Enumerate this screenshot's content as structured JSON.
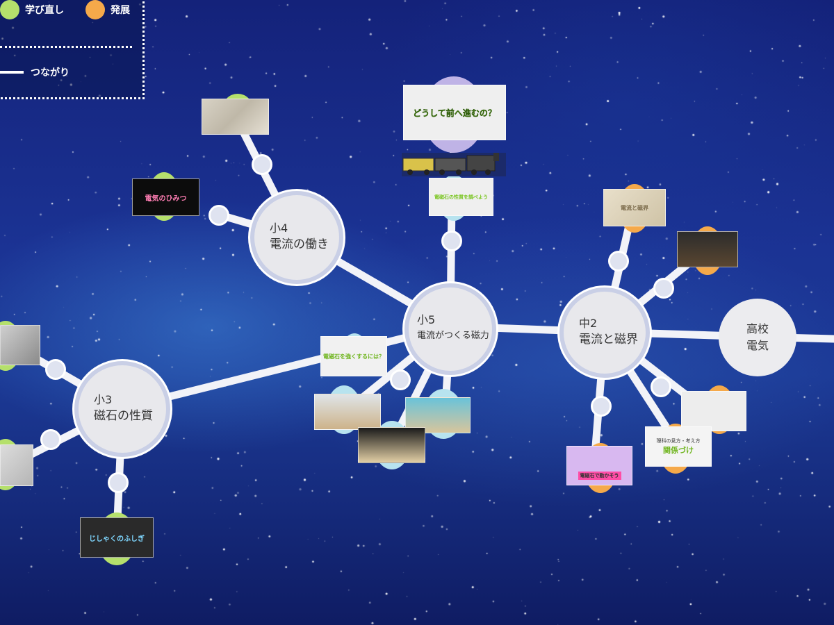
{
  "legend": {
    "items": [
      {
        "label": "学び直し",
        "color": "#b5e06c"
      },
      {
        "label": "発展",
        "color": "#f5a94a"
      }
    ],
    "connection_label": "つながり"
  },
  "units": [
    {
      "id": "sho4",
      "grade": "小4",
      "title": "電流の働き"
    },
    {
      "id": "sho5",
      "grade": "小5",
      "title": "電流がつくる磁力"
    },
    {
      "id": "chu2",
      "grade": "中2",
      "title": "電流と磁界"
    },
    {
      "id": "sho3",
      "grade": "小3",
      "title": "磁石の性質"
    },
    {
      "id": "koko",
      "grade": "高校",
      "title": "電気"
    }
  ],
  "cards": [
    {
      "id": "c-kami",
      "text": "電気のひみつ"
    },
    {
      "id": "c-mae",
      "text": "どうして前へ進むの？"
    },
    {
      "id": "c-denji",
      "text": "電磁石の性質を調べよう"
    },
    {
      "id": "c-tsuyoku",
      "text": "電磁石を強くするには？"
    },
    {
      "id": "c-hon",
      "text": "電流と磁界"
    },
    {
      "id": "c-kankei",
      "text": "関係づけ"
    },
    {
      "id": "c-kankei-sub",
      "text": "理科の見方・考え方"
    },
    {
      "id": "c-laptop",
      "text": "電磁石で動かそう"
    },
    {
      "id": "c-magnet",
      "text": "じしゃくのふしぎ"
    },
    {
      "id": "c-pics1",
      "text": ""
    },
    {
      "id": "c-pics2",
      "text": ""
    },
    {
      "id": "c-pics3",
      "text": ""
    },
    {
      "id": "c-pics4",
      "text": ""
    },
    {
      "id": "c-pics5",
      "text": ""
    },
    {
      "id": "c-pics6",
      "text": ""
    },
    {
      "id": "c-pics7",
      "text": ""
    },
    {
      "id": "c-pics8",
      "text": ""
    }
  ],
  "colors": {
    "background": "#1b3394",
    "relearn": "#b5e06c",
    "advanced": "#f5a94a",
    "link": "#ffffff",
    "node_fill": "#e8e8ec",
    "node_border": "#c9cfe6"
  }
}
